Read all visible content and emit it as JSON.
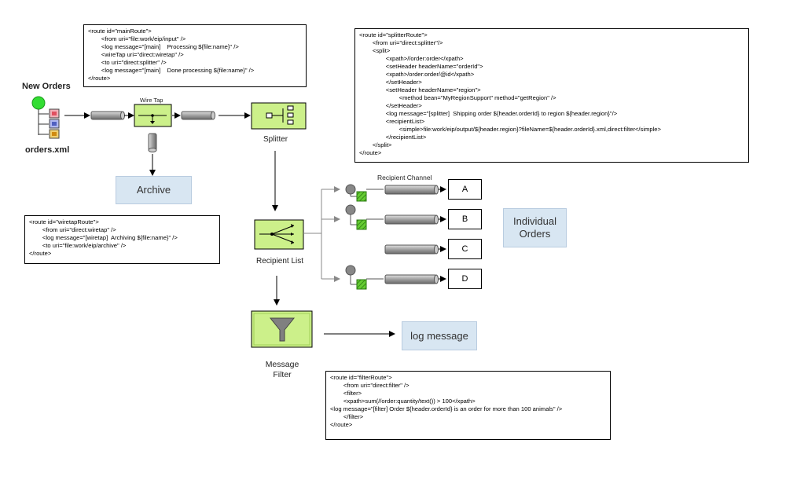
{
  "main_route": {
    "lines": [
      "<route id=\"mainRoute\">",
      "        <from uri=\"file:work/eip/input\" />",
      "        <log message=\"[main]    Processing ${file:name}\" />",
      "        <wireTap uri=\"direct:wiretap\" />",
      "        <to uri=\"direct:splitter\" />",
      "        <log message=\"[main]    Done processing ${file:name}\" />",
      "</route>"
    ]
  },
  "splitter_route": {
    "lines": [
      "<route id=\"splitterRoute\">",
      "        <from uri=\"direct:splitter\"/>",
      "        <split>",
      "                <xpath>//order:order</xpath>",
      "                <setHeader headerName=\"orderId\">",
      "                <xpath>/order:order/@id</xpath>",
      "                </setHeader>",
      "                <setHeader headerName=\"region\">",
      "                        <method bean=\"MyRegionSupport\" method=\"getRegion\" />",
      "                </setHeader>",
      "                <log message=\"[splitter]  Shipping order ${header.orderId} to region ${header.region}\"/>",
      "                <recipientList>",
      "                        <simple>file:work/eip/output/${header.region}?fileName=${header.orderId}.xml,direct:filter</simple>",
      "                </recipientList>",
      "        </split>",
      "</route>"
    ]
  },
  "wiretap_route": {
    "lines": [
      "<route id=\"wiretapRoute\">",
      "        <from uri=\"direct:wiretap\" />",
      "        <log message=\"[wiretap]  Archiving ${file:name}\" />",
      "        <to uri=\"file:work/eip/archive\" />",
      "</route>"
    ]
  },
  "filter_route": {
    "lines": [
      "<route id=\"filterRoute\">",
      "        <from uri=\"direct:filter\" />",
      "        <filter>",
      "        <xpath>sum(//order:quantity/text()) > 100</xpath>",
      "        <log message=\"[filter]   Order ${header.orderId} is an order for more than 100 animals\" />",
      "        </filter>",
      "</route>"
    ]
  },
  "labels": {
    "new_orders": "New Orders",
    "orders_file": "orders.xml",
    "wire_tap": "Wire Tap",
    "splitter": "Splitter",
    "recipient_list": "Recipient List",
    "recipient_channel": "Recipient Channel",
    "message_filter": "Message\nFilter"
  },
  "boxes": {
    "archive": "Archive",
    "individual_orders": "Individual\nOrders",
    "log_message": "log message"
  },
  "destinations": [
    "A",
    "B",
    "C",
    "D"
  ],
  "colors": {
    "component_green": "#ccf08a",
    "start_green": "#33dd33",
    "info_blue": "#d8e6f2"
  }
}
